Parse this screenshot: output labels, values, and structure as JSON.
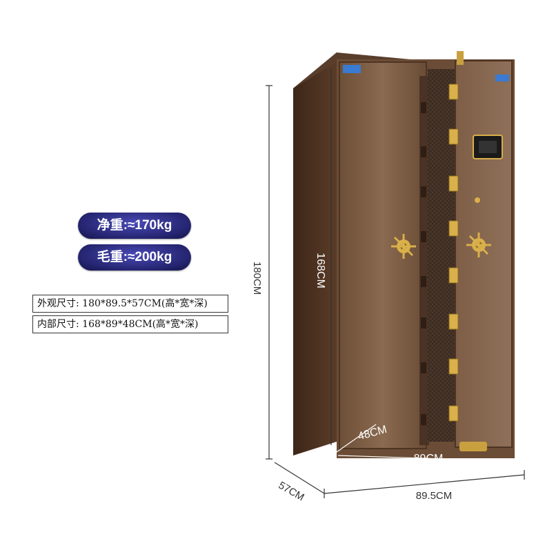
{
  "badges": {
    "net_weight": "净重:≈170kg",
    "gross_weight": "毛重:≈200kg"
  },
  "specs": {
    "outer": "外观尺寸: 180*89.5*57CM(高*宽*深)",
    "inner": "内部尺寸: 168*89*48CM(高*宽*深)"
  },
  "dimensions": {
    "outer_height": "180CM",
    "inner_height": "168CM",
    "inner_depth": "48CM",
    "inner_width": "89CM",
    "outer_depth": "57CM",
    "outer_width": "89.5CM"
  },
  "colors": {
    "safe_body": "#7a5a42",
    "safe_dark": "#4a3020",
    "badge_bg": "#2a2a80",
    "gold_trim": "#d9b04a"
  }
}
